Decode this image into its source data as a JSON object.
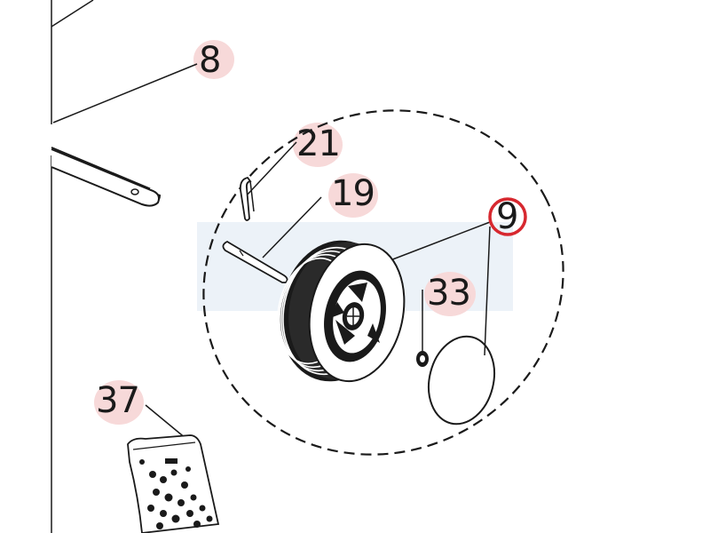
{
  "callouts": {
    "c8": "8",
    "c21": "21",
    "c19": "19",
    "c9": "9",
    "c33": "33",
    "c37": "37"
  },
  "colors": {
    "ink": "#1a1a1a",
    "bubble": "#f7d9d9",
    "highlight": "#d7282f",
    "watermark": "#dde8f2"
  },
  "highlighted_part": "9"
}
